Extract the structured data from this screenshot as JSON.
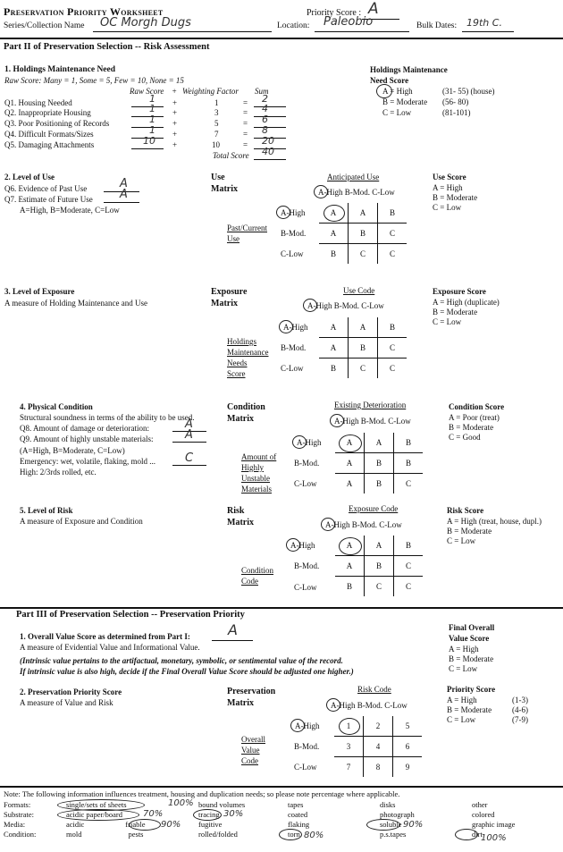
{
  "header": {
    "title": "Preservation Priority Worksheet",
    "priority_label": "Priority Score :",
    "priority_value": "A",
    "series_label": "Series/Collection Name",
    "series_value": "OC Morgh Dugs",
    "location_label": "Location:",
    "location_value": "Paleobio",
    "bulk_label": "Bulk Dates:",
    "bulk_value": "19th C."
  },
  "part2": {
    "title": "Part II of Preservation Selection -- Risk Assessment",
    "s1": {
      "title": "1.   Holdings Maintenance Need",
      "raw_note": "Raw Score: Many = 1, Some = 5, Few = 10, None = 15",
      "col_raw": "Raw Score",
      "col_plus": "+",
      "col_weight": "Weighting Factor",
      "col_sum": "Sum",
      "questions": [
        {
          "label": "Q1. Housing Needed",
          "raw": "1",
          "factor": "1",
          "sum": "2"
        },
        {
          "label": "Q2. Inappropriate Housing",
          "raw": "1",
          "factor": "3",
          "sum": "4"
        },
        {
          "label": "Q3. Poor Positioning of Records",
          "raw": "1",
          "factor": "5",
          "sum": "6"
        },
        {
          "label": "Q4. Difficult Formats/Sizes",
          "raw": "1",
          "factor": "7",
          "sum": "8"
        },
        {
          "label": "Q5. Damaging Attachments",
          "raw": "10",
          "factor": "10",
          "sum": "20"
        }
      ],
      "plus": "+",
      "eq": "=",
      "total_label": "Total Score",
      "total_value": "40",
      "need_title": "Holdings Maintenance",
      "need_sub": "Need Score",
      "need_rows": [
        {
          "label": "A = High",
          "range": "(31- 55) (house)"
        },
        {
          "label": "B = Moderate",
          "range": "(56- 80)"
        },
        {
          "label": "C = Low",
          "range": "(81-101)"
        }
      ]
    },
    "s2": {
      "title": "2.   Level of Use",
      "q6": "Q6. Evidence of Past Use",
      "q6_value": "A",
      "q7": "Q7. Estimate of Future Use",
      "q7_value": "A",
      "legend": "A=High, B=Moderate, C=Low",
      "matrix_title1": "Use",
      "matrix_title2": "Matrix",
      "col_title": "Anticipated Use",
      "col_heads": "A-High B-Mod. C-Low",
      "row_title1": "Past/Current",
      "row_title2": "Use",
      "rows": [
        "A-High",
        "B-Mod.",
        "C-Low"
      ],
      "cells": [
        [
          "A",
          "A",
          "B"
        ],
        [
          "A",
          "B",
          "C"
        ],
        [
          "B",
          "C",
          "C"
        ]
      ],
      "score_title": "Use Score",
      "score_rows": [
        "A = High",
        "B = Moderate",
        "C = Low"
      ]
    },
    "s3": {
      "title": "3.   Level of Exposure",
      "desc": "A measure of Holding Maintenance and Use",
      "matrix_title1": "Exposure",
      "matrix_title2": "Matrix",
      "col_title": "Use Code",
      "col_heads": "A-High B-Mod. C-Low",
      "row_title": [
        "Holdings",
        "Maintenance",
        "Needs",
        "Score"
      ],
      "rows": [
        "A-High",
        "B-Mod.",
        "C-Low"
      ],
      "cells": [
        [
          "A",
          "A",
          "B"
        ],
        [
          "A",
          "B",
          "C"
        ],
        [
          "B",
          "C",
          "C"
        ]
      ],
      "score_title": "Exposure Score",
      "score_rows": [
        "A = High  (duplicate)",
        "B = Moderate",
        "C = Low"
      ]
    },
    "s4": {
      "title": "4.   Physical Condition",
      "desc": "Structural soundness in terms of the ability to be used.",
      "q8": "Q8.  Amount of damage or deterioration:",
      "q8_value": "A",
      "q9": "Q9.  Amount of highly unstable materials:",
      "q9_value": "A",
      "legend": "(A=High, B=Moderate, C=Low)",
      "emergency": "Emergency: wet, volatile, flaking, mold ...",
      "emergency_value": "C",
      "high": "High: 2/3rds rolled, etc.",
      "matrix_title1": "Condition",
      "matrix_title2": "Matrix",
      "col_title": "Existing Deterioration",
      "col_heads": "A-High B-Mod. C-Low",
      "row_title": [
        "Amount of",
        "Highly",
        "Unstable",
        "Materials"
      ],
      "rows": [
        "A-High",
        "B-Mod.",
        "C-Low"
      ],
      "cells": [
        [
          "A",
          "A",
          "B"
        ],
        [
          "A",
          "B",
          "B"
        ],
        [
          "A",
          "B",
          "C"
        ]
      ],
      "score_title": "Condition Score",
      "score_rows": [
        "A = Poor  (treat)",
        "B = Moderate",
        "C = Good"
      ]
    },
    "s5": {
      "title": "5.   Level of Risk",
      "desc": "A measure of Exposure and Condition",
      "matrix_title1": "Risk",
      "matrix_title2": "Matrix",
      "col_title": "Exposure Code",
      "col_heads": "A-High B-Mod. C-Low",
      "row_title": [
        "Condition",
        "Code"
      ],
      "rows": [
        "A-High",
        "B-Mod.",
        "C-Low"
      ],
      "cells": [
        [
          "A",
          "A",
          "B"
        ],
        [
          "A",
          "B",
          "C"
        ],
        [
          "B",
          "C",
          "C"
        ]
      ],
      "score_title": "Risk Score",
      "score_rows": [
        "A = High (treat, house, dupl.)",
        "B = Moderate",
        "C = Low"
      ]
    }
  },
  "part3": {
    "title": "Part III of Preservation Selection -- Preservation Priority",
    "s1": {
      "title": "1.   Overall Value Score as determined from Part I:",
      "value": "A",
      "desc": "A measure of Evidential Value and Informational Value.",
      "note1": "(Intrinsic value pertains to the artifactual, monetary, symbolic, or sentimental value of the record.",
      "note2": "If intrinsic value is also high, decide if the Final Overall Value Score should be adjusted one higher.)",
      "final_title1": "Final Overall",
      "final_title2": "Value Score",
      "final_rows": [
        "A = High",
        "B = Moderate",
        "C = Low"
      ]
    },
    "s2": {
      "title": "2.   Preservation Priority Score",
      "desc": "A measure of Value and Risk",
      "matrix_title1": "Preservation",
      "matrix_title2": "Matrix",
      "col_title": "Risk Code",
      "col_heads": "A-High B-Mod. C-Low",
      "row_title": [
        "Overall",
        "Value",
        "Code"
      ],
      "rows": [
        "A-High",
        "B-Mod.",
        "C-Low"
      ],
      "cells": [
        [
          "1",
          "2",
          "5"
        ],
        [
          "3",
          "4",
          "6"
        ],
        [
          "7",
          "8",
          "9"
        ]
      ],
      "score_title": "Priority Score",
      "score_rows": [
        {
          "label": "A = High",
          "range": "(1-3)"
        },
        {
          "label": "B = Moderate",
          "range": "(4-6)"
        },
        {
          "label": "C = Low",
          "range": "(7-9)"
        }
      ]
    }
  },
  "footer": {
    "note": "Note: The following information influences treatment, housing and duplication needs; so please note percentage where applicable.",
    "rows": [
      {
        "label": "Formats:",
        "cols": [
          "single/sets of sheets",
          "bound volumes",
          "tapes",
          "disks",
          "other"
        ]
      },
      {
        "label": "Substrate:",
        "cols": [
          "acidic paper/board",
          "tracing",
          "coated",
          "photograph",
          "colored"
        ]
      },
      {
        "label": "Media:",
        "cols": [
          "acidic",
          "friable",
          "fugitive",
          "flaking",
          "soluble",
          "graphic image"
        ]
      },
      {
        "label": "Condition:",
        "cols": [
          "mold",
          "pests",
          "rolled/folded",
          "torn",
          "p.s.tapes",
          "dirt"
        ]
      }
    ],
    "hw": {
      "sheets": "100%",
      "acidic": "70%",
      "tracing": "30%",
      "friable": "90%",
      "soluble": "90%",
      "torn": "80%",
      "dirt": "100%"
    }
  }
}
